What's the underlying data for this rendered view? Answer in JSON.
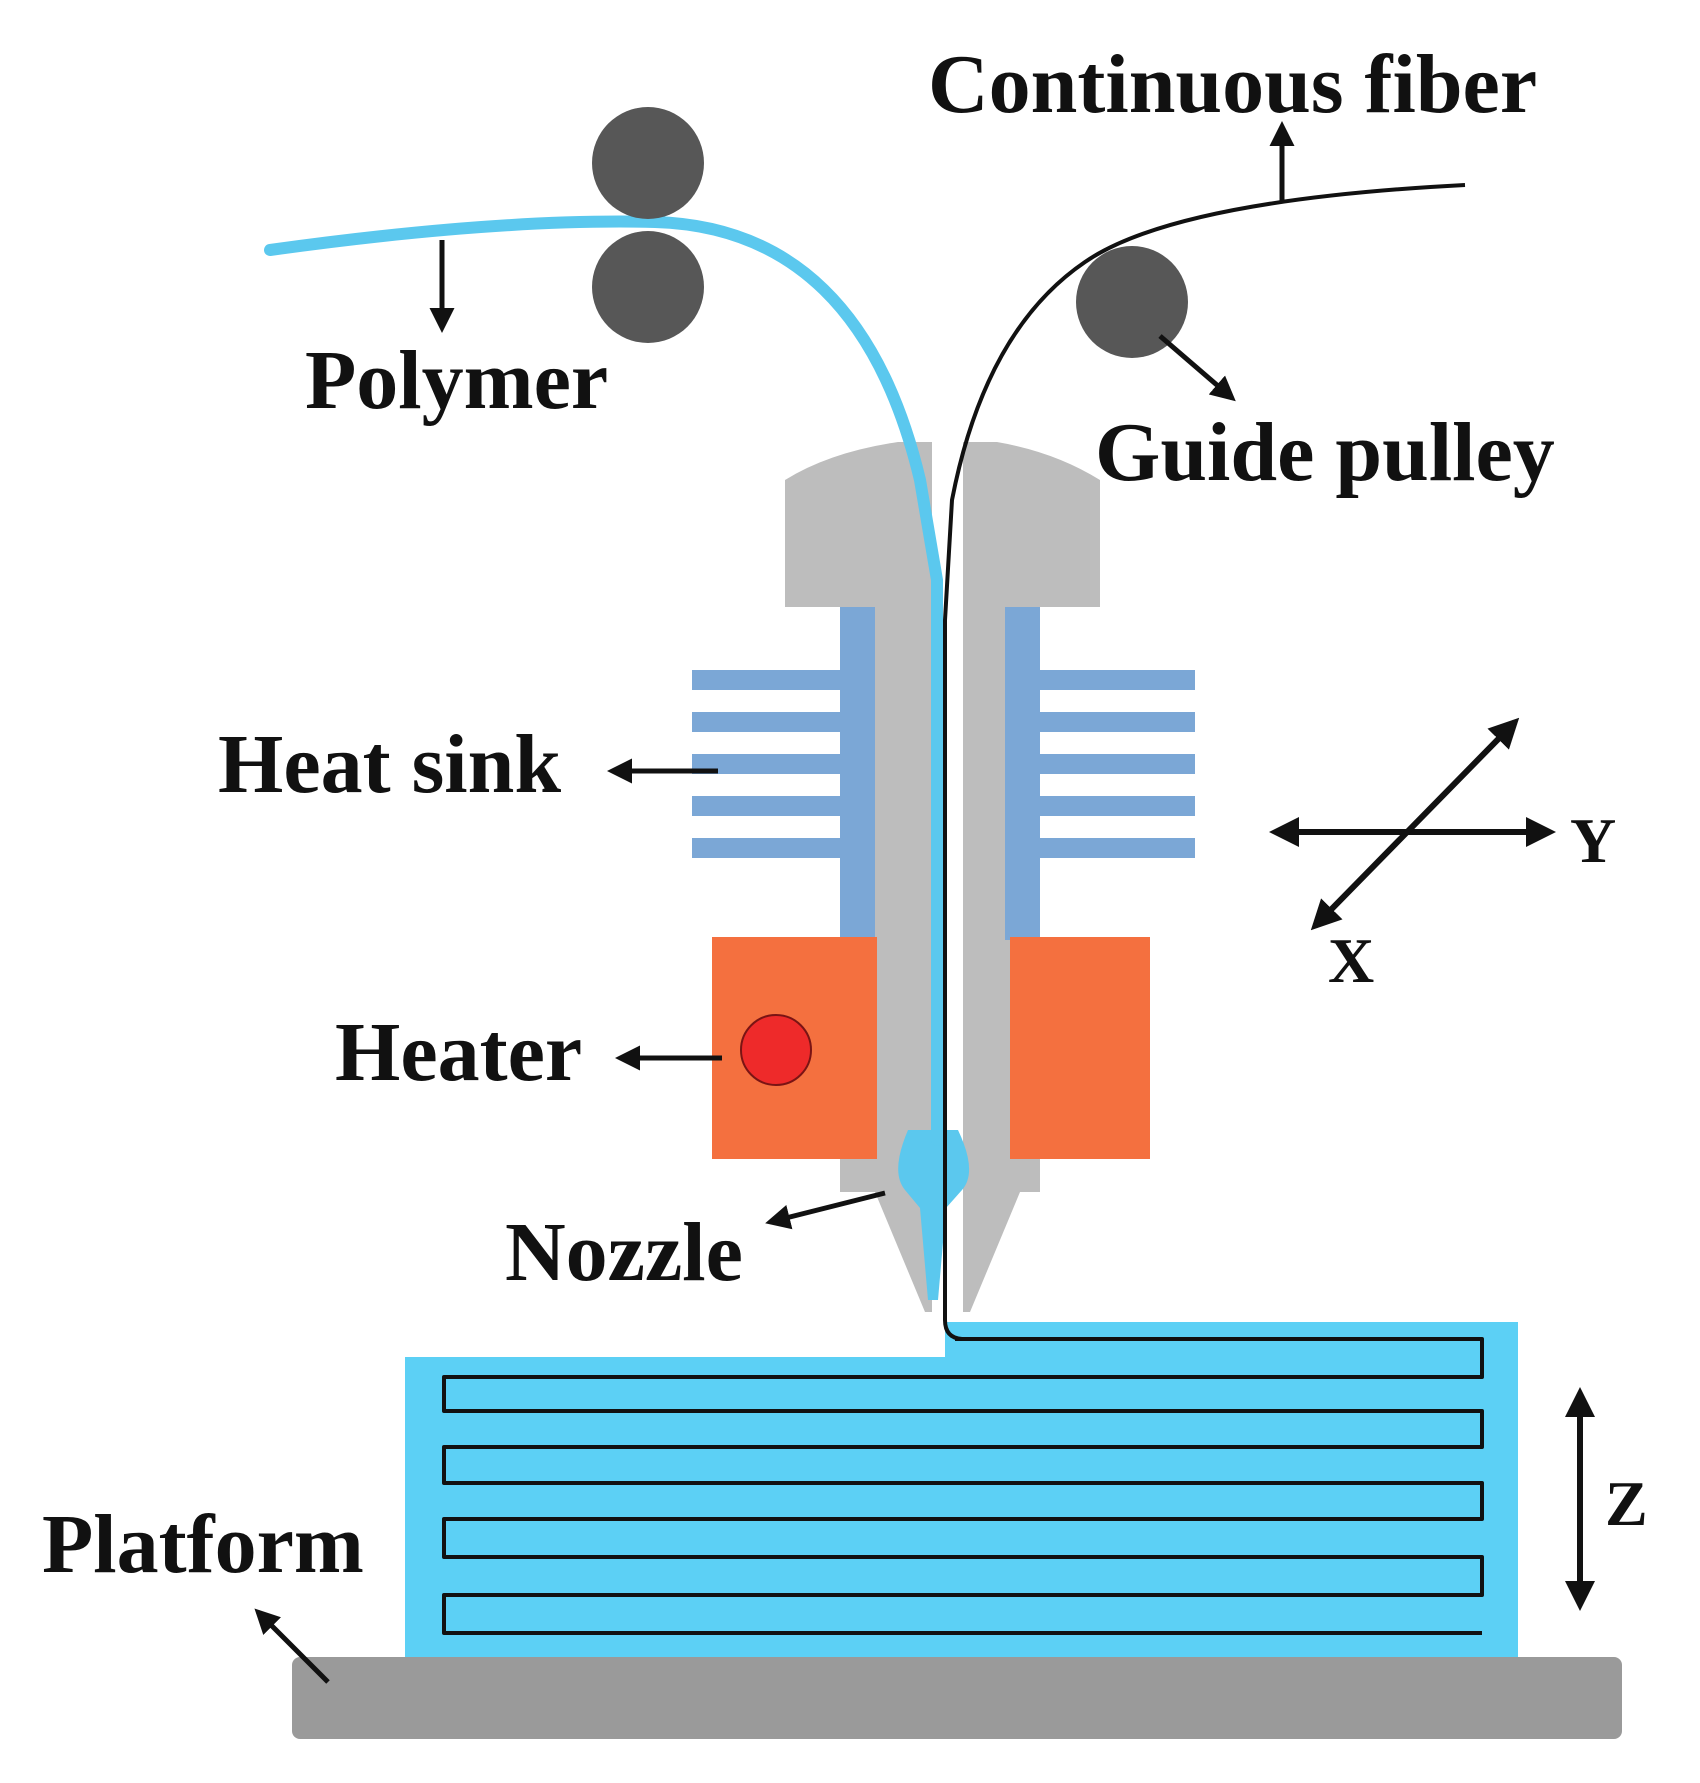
{
  "labels": {
    "continuous_fiber": "Continuous fiber",
    "polymer": "Polymer",
    "guide_pulley": "Guide pulley",
    "heat_sink": "Heat sink",
    "heater": "Heater",
    "nozzle": "Nozzle",
    "platform": "Platform",
    "axis_x": "X",
    "axis_y": "Y",
    "axis_z": "Z"
  },
  "colors": {
    "polymer": "#5bc8ee",
    "fiber": "#111111",
    "nozzle_body": "#bdbdbd",
    "heat_sink": "#7ba7d6",
    "heater": "#f4703f",
    "heater_dot": "#ee2a2a",
    "pulley": "#575757",
    "platform": "#9a9a9a",
    "printed_part": "#5cd0f5"
  }
}
